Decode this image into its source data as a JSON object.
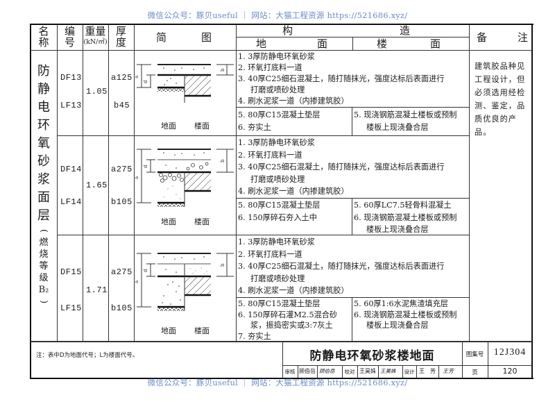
{
  "watermark": {
    "top": "微信公众号：豚贝useful ｜ 网站：大猫工程资源 https://521686.xyz/",
    "bottom": "微信公众号：豚贝useful ｜ 网站：大猫工程资源 https://521686.xyz/"
  },
  "header": {
    "name_l1": "名",
    "name_l2": "称",
    "code_l1": "编",
    "code_l2": "号",
    "weight_l1": "重量",
    "weight_l2": "(kN/㎡)",
    "thick_l1": "厚",
    "thick_l2": "度",
    "diagram_a": "简",
    "diagram_b": "图",
    "construction_a": "构",
    "construction_b": "造",
    "ground_a": "地",
    "ground_b": "面",
    "floor_a": "楼",
    "floor_b": "面",
    "remark_a": "备",
    "remark_b": "注"
  },
  "category_name": {
    "main": [
      "防",
      "静",
      "电",
      "环",
      "氧",
      "砂",
      "浆",
      "面",
      "层"
    ],
    "sub": [
      "(",
      "燃",
      "烧",
      "等",
      "级",
      "B₂",
      ")"
    ]
  },
  "rows": [
    {
      "codes": [
        "DF13",
        "LF13"
      ],
      "weight": "1.05",
      "thickness": [
        "a125",
        "b45"
      ],
      "diagram_labels": {
        "ground": "地面",
        "floor": "楼面",
        "a": "a",
        "b": "b",
        "d": "d"
      },
      "common_layers": [
        "1. 3厚防静电环氧砂浆",
        "2. 环氧打底料一道",
        "3. 40厚C25细石混凝土，随打随抹光，强度达标后表面进行",
        "打磨或喷砂处理",
        "4. 刷水泥浆一道（内掺建筑胶）"
      ],
      "ground_layers": [
        "5. 80厚C15混凝土垫层",
        "6. 夯实土"
      ],
      "floor_layers": [
        "5. 现浇钢筋混凝土楼板或预制",
        "楼板上现浇叠合层"
      ]
    },
    {
      "codes": [
        "DF14",
        "LF14"
      ],
      "weight": "1.65",
      "thickness": [
        "a275",
        "b105"
      ],
      "diagram_labels": {
        "ground": "地面",
        "floor": "楼面",
        "a": "a",
        "b": "b",
        "d": "d"
      },
      "common_layers": [
        "1. 3厚防静电环氧砂浆",
        "2. 环氧打底料一道",
        "3. 40厚C25细石混凝土，随打随抹光，强度达标后表面进行",
        "打磨或喷砂处理",
        "4. 刷水泥浆一道（内掺建筑胶）"
      ],
      "ground_layers": [
        "5. 80厚C15混凝土垫层",
        "6. 150厚碎石夯入土中"
      ],
      "floor_layers": [
        "5. 60厚LC7.5轻骨料混凝土",
        "6. 现浇钢筋混凝土楼板或预制",
        "楼板上现浇叠合层"
      ]
    },
    {
      "codes": [
        "DF15",
        "LF15"
      ],
      "weight": "1.71",
      "thickness": [
        "a275",
        "b105"
      ],
      "diagram_labels": {
        "ground": "地面",
        "floor": "楼面",
        "a": "a",
        "b": "b",
        "d": "d"
      },
      "common_layers": [
        "1. 3厚防静电环氧砂浆",
        "2. 环氧打底料一道",
        "3. 40厚C25细石混凝土，随打随抹光，强度达标后表面进行",
        "打磨或喷砂处理",
        "4. 刷水泥浆一道（内掺建筑胶）"
      ],
      "ground_layers": [
        "5. 80厚C15混凝土垫层",
        "6. 150厚碎石灌M2.5混合砂",
        "浆，振捣密实或3:7灰土",
        "7. 夯实土"
      ],
      "floor_layers": [
        "5. 60厚1:6水泥焦渣填充层",
        "6. 现浇钢筋混凝土楼板或预制",
        "楼板上现浇叠合层"
      ]
    }
  ],
  "remark": "建筑胶品种见工程设计，但必须选用经检测、鉴定，品质优良的产品。",
  "note": "注：表中D为地面代号；L为楼面代号。",
  "title_block": {
    "title": "防静电环氧砂浆楼地面",
    "atlas_label": "图集号",
    "atlas_no": "12J304",
    "page_label": "页",
    "page_no": "120",
    "review_label": "审核",
    "reviewer": "顾伯岳",
    "reviewer_sig": "顾伯岳",
    "check_label": "校对",
    "checker": "王昊姝",
    "checker_sig": "王昊姝",
    "design_label": "设计",
    "designer": "王　芳",
    "designer_sig": "王芳"
  }
}
